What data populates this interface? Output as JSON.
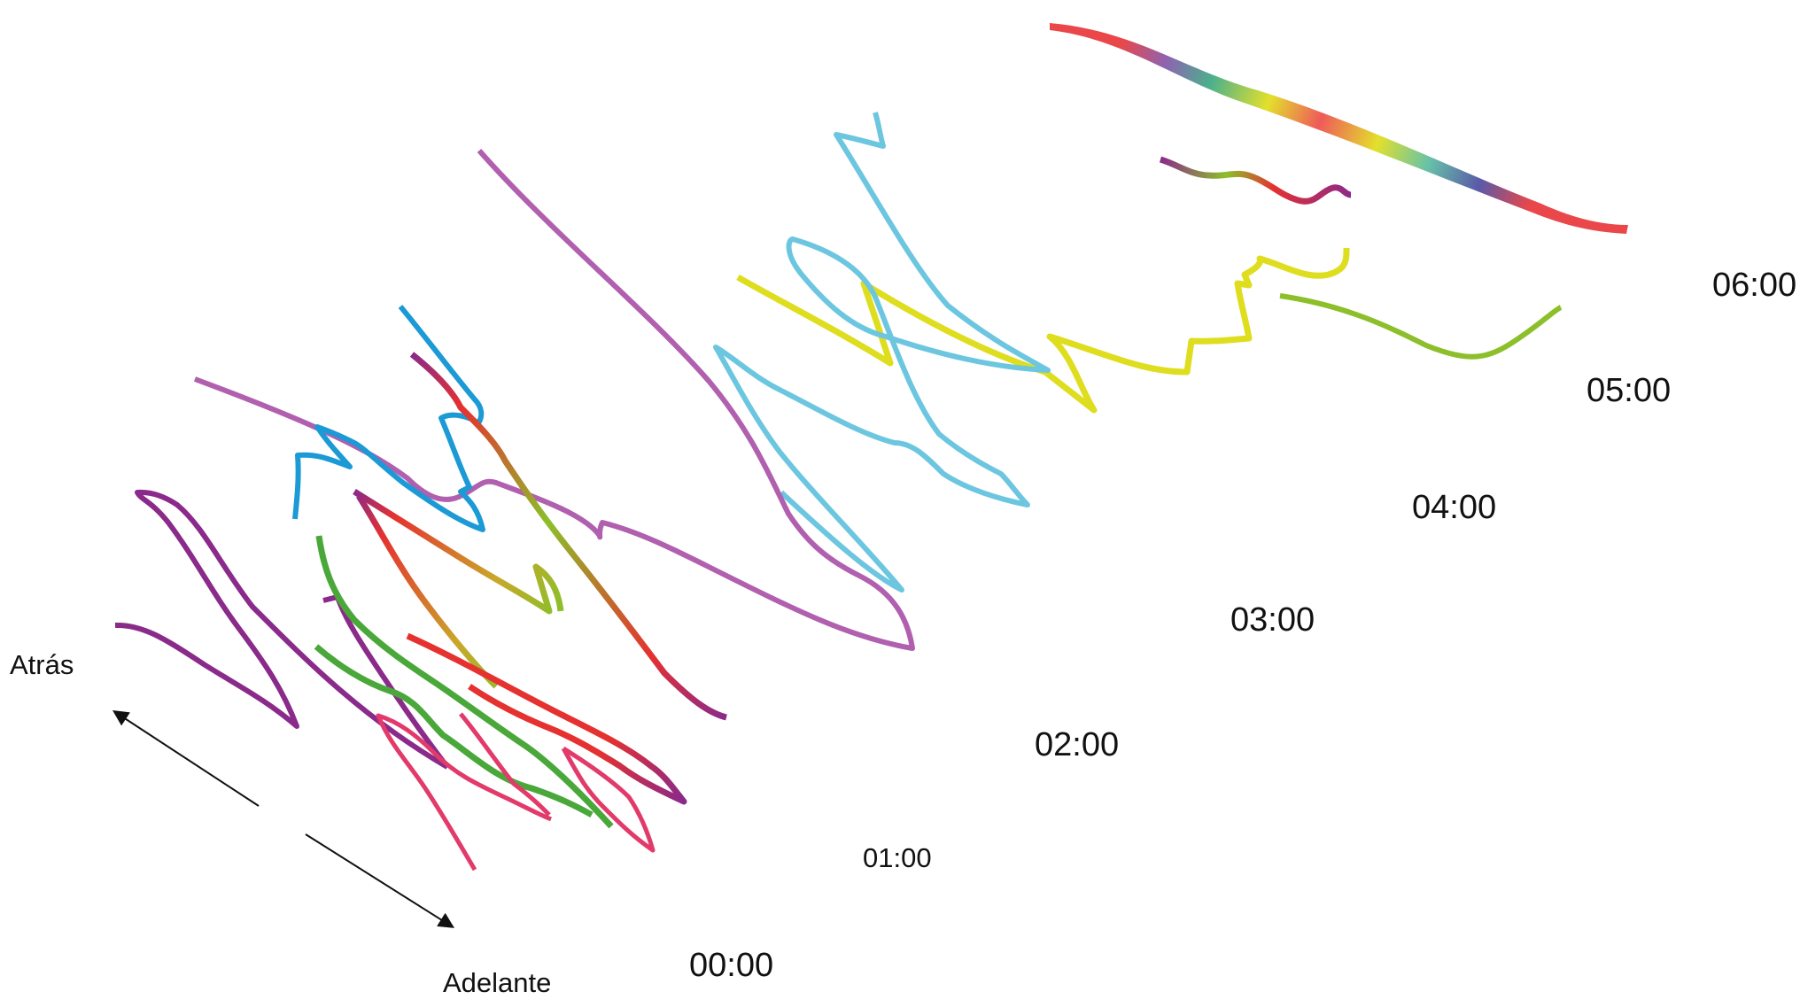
{
  "direction_labels": {
    "back": "Atrás",
    "forward": "Adelante"
  },
  "time_labels": [
    "00:00",
    "01:00",
    "02:00",
    "03:00",
    "04:00",
    "05:00",
    "06:00"
  ],
  "colors": {
    "purple": "#8a2a8a",
    "violet": "#b060ae",
    "blue": "#1b9ad6",
    "light_blue": "#6cc6e0",
    "green": "#4aa83a",
    "lime": "#8cbf2a",
    "pink": "#e23a6a",
    "red": "#e5312f",
    "yellow": "#dedd1e",
    "arrow": "#111111"
  },
  "rainbow_colors": [
    "#e9474a",
    "#8e63b0",
    "#4bb08c",
    "#e3e02c",
    "#ef5a5a",
    "#e3e02c",
    "#67c2a8",
    "#5a5aa8",
    "#e9474a"
  ]
}
